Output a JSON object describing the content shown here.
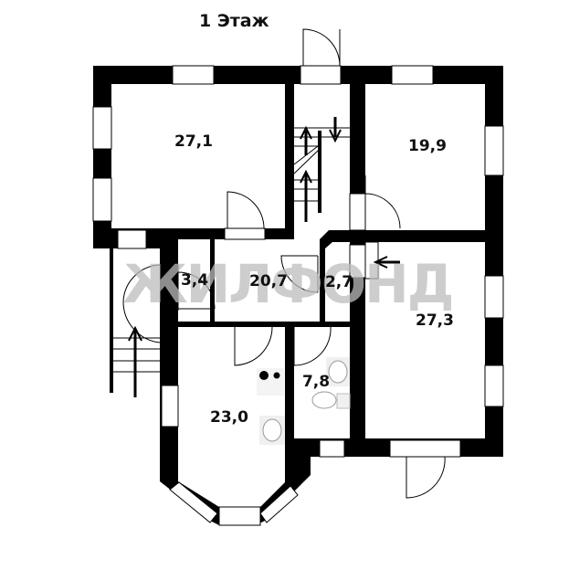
{
  "title": "1 Этаж",
  "watermark": "ЖИЛФОНД",
  "rooms": [
    {
      "id": "room-27-1",
      "area": "27,1"
    },
    {
      "id": "room-19-9",
      "area": "19,9"
    },
    {
      "id": "room-3-4",
      "area": "3,4"
    },
    {
      "id": "room-20-7",
      "area": "20,7"
    },
    {
      "id": "room-2-7",
      "area": "2,7"
    },
    {
      "id": "room-27-3",
      "area": "27,3"
    },
    {
      "id": "room-7-8",
      "area": "7,8"
    },
    {
      "id": "room-23-0",
      "area": "23,0"
    }
  ],
  "colors": {
    "wall": "#000000",
    "window": "#ffffff",
    "watermark": "#bdbdbd"
  }
}
